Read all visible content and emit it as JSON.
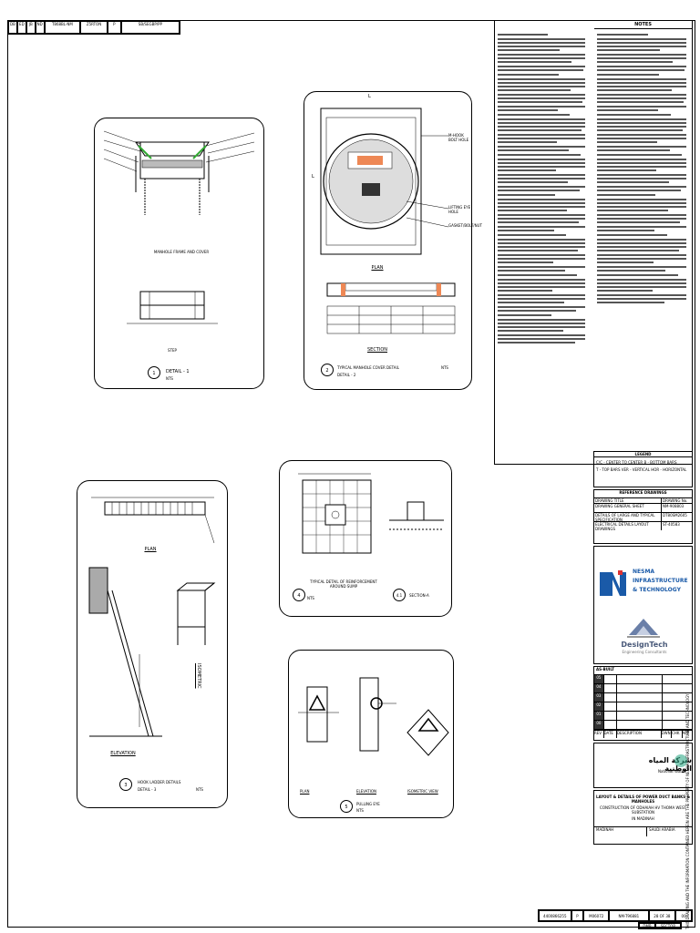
{
  "header": {
    "cells": [
      "DB",
      "ED",
      "JB",
      "ND",
      "T868BL-NM",
      "Z5RTON",
      "P",
      "SB/SEGBP/PP"
    ]
  },
  "details": {
    "d1": {
      "number": "1",
      "title": "DETAIL - 1",
      "scale": "NTS",
      "sub_plan": "MANHOLE FRAME AND COVER",
      "sub_step": "STEP"
    },
    "d2": {
      "number": "2",
      "title": "TYPICAL MANHOLE COVER DETAIL",
      "subtitle": "DETAIL - 2",
      "scale": "NTS",
      "plan_label": "PLAN",
      "section_label": "SECTION",
      "callouts": [
        "M-HOOK BOLT HOLE",
        "LIFTING EYE HOLE",
        "GASKET/BOLT/NUT",
        "L",
        "L"
      ]
    },
    "d3": {
      "number": "3",
      "title": "HOOK LADDER DETAILS",
      "subtitle": "DETAIL - 3",
      "scale": "NTS",
      "plan_label": "PLAN",
      "elev_label": "ELEVATION",
      "iso_label": "ISOMETRIC"
    },
    "d4": {
      "number": "4",
      "title": "TYPICAL DETAIL OF REINFORCEMENT AROUND SUMP",
      "scale": "NTS",
      "section_ref": "4.1",
      "section_label": "SECTION-A"
    },
    "d5": {
      "number": "5",
      "title": "PULLING EYE",
      "scale": "NTS",
      "labels": [
        "PLAN",
        "ELEVATION",
        "ISOMETRIC VIEW"
      ]
    }
  },
  "notes": {
    "heading": "NOTES",
    "left_count": 31,
    "right_count": 27
  },
  "legend": {
    "heading": "LEGEND",
    "rows": [
      "C/C - CENTER TO CENTER   B - BOTTOM BARS",
      "T - TOP BARS  VER - VERTICAL  HOR - HORIZONTAL"
    ]
  },
  "reference": {
    "heading": "REFERENCE DRAWINGS",
    "columns": [
      "DRAWING TITLE",
      "DRAWING No."
    ],
    "rows": [
      [
        "DRAWING GENERAL SHEET",
        "NM-908803"
      ],
      [
        "DETAILS OF LARGE AND TYPICAL SPECIFICATION",
        "DT80SM2605"
      ],
      [
        "ELECTRICAL DETAILS LAYOUT DRAWINGS",
        "ST-40583"
      ]
    ]
  },
  "logo": {
    "company": [
      "NESMA",
      "INFRASTRUCTURE",
      "& TECHNOLOGY"
    ],
    "monogram": "NI",
    "designtech": "DesignTech",
    "designtech_sub": "Engineering Consultants",
    "brand_color": "#1a5aa8"
  },
  "revisions": {
    "heading": "AS-BUILT",
    "rows": [
      [
        "05",
        "",
        "",
        ""
      ],
      [
        "04",
        "",
        "",
        ""
      ],
      [
        "03",
        "",
        "",
        ""
      ],
      [
        "02",
        "",
        "",
        ""
      ],
      [
        "01",
        "",
        "",
        ""
      ],
      [
        "00",
        "",
        "",
        ""
      ]
    ],
    "col_labels": [
      "REV",
      "DATE",
      "DESCRIPTION",
      "DWN",
      "CHK",
      "APP"
    ]
  },
  "client": {
    "arabic_name": "شركة المياه الوطنية",
    "english_name": "National Water"
  },
  "title_block": {
    "title_line1": "LAYOUT & DETAILS OF POWER DUCT BANKS & MANHOLES",
    "title_line2": "CONSTRUCTION OF ODHAIAH HV THOMA WEST SUBSTATION",
    "title_line3": "IN MADINAH",
    "project_label": "MADINAH",
    "project_value": "SAUDI ARABIA",
    "contract_no": "4400866255",
    "rev": "P",
    "sheet_code": "M06072",
    "drawing_no": "NM-T96881",
    "sheet": "28 OF 38",
    "revision": "00"
  },
  "side_text": "THIS DRAWING AND THE INFORMATION CONTAINED HEREIN ARE THE PROPERTY OF NESMA INFRASTRUCTURE AND TECHNOLOGY",
  "footer": {
    "cells": [
      "DMB",
      "SECTOR"
    ]
  }
}
